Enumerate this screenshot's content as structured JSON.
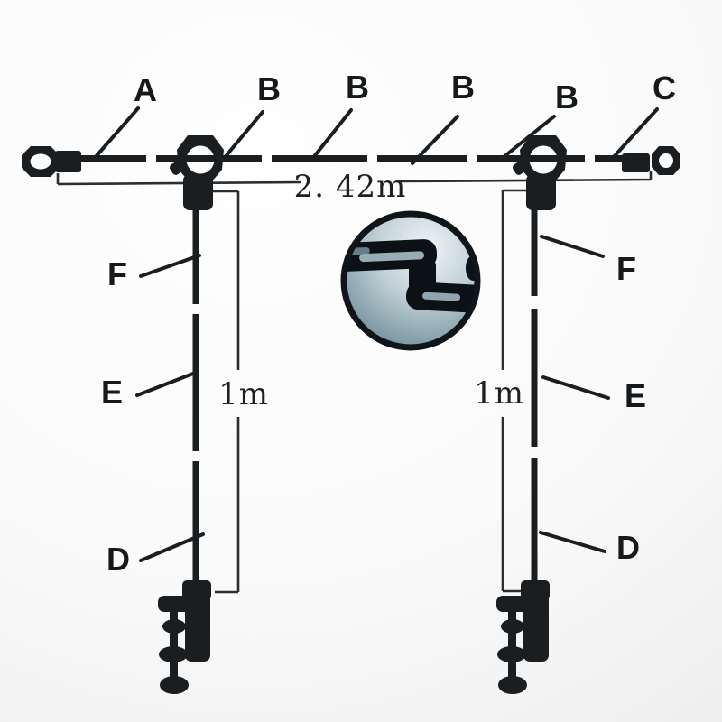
{
  "diagram": {
    "part_labels": {
      "a": "A",
      "b1": "B",
      "b2": "B",
      "b3": "B",
      "b4": "B",
      "c": "C",
      "f_left": "F",
      "e_left": "E",
      "d_left": "D",
      "f_right": "F",
      "e_right": "E",
      "d_right": "D"
    },
    "dimensions": {
      "crossbar": "2. 42m",
      "left_pole": "1m",
      "right_pole": "1m"
    },
    "colors": {
      "ink": "#1b1e21",
      "paper": "#f6f6f6",
      "photo_highlight": "#eef4f5",
      "photo_shadow": "#64828e"
    }
  }
}
